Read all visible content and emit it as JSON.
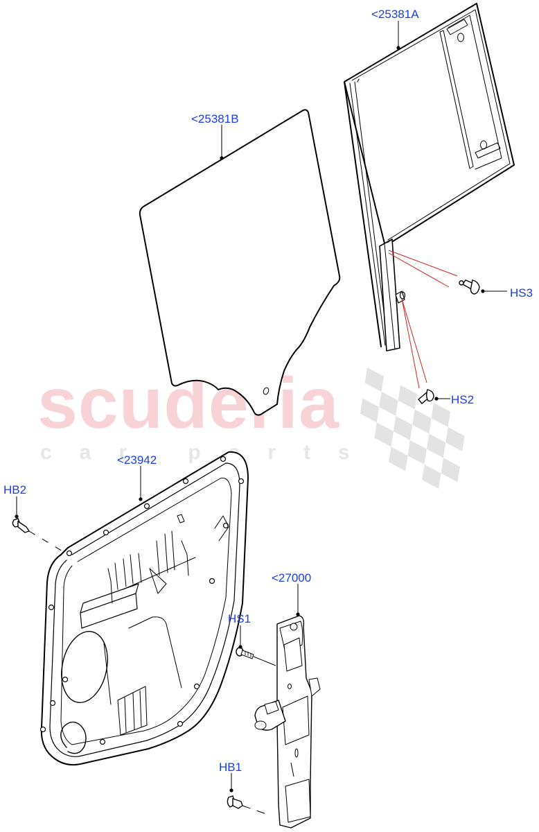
{
  "diagram": {
    "title": "Rear Door Glass and Window Regulator — exploded parts diagram",
    "watermark": {
      "main_text": "scuderia",
      "sub_text": "car parts",
      "main_color": "#f7d3d7",
      "sub_color": "#e6e6e6"
    },
    "colors": {
      "callout_text": "#1a3cf0",
      "leader_line": "#000000",
      "fixed_glass_leader": "#d42020",
      "line_art": "#000000"
    },
    "callouts": [
      {
        "id": "25381A",
        "label": "<25381A",
        "part": "Rear door fixed quarter glass"
      },
      {
        "id": "25381B",
        "label": "<25381B",
        "part": "Rear door drop glass"
      },
      {
        "id": "HS3",
        "label": "HS3",
        "part": "Screw - quarter glass upper"
      },
      {
        "id": "HS2",
        "label": "HS2",
        "part": "Screw - quarter glass lower"
      },
      {
        "id": "HB2",
        "label": "HB2",
        "part": "Bolt - module panel"
      },
      {
        "id": "23942",
        "label": "<23942",
        "part": "Rear door module panel"
      },
      {
        "id": "27000",
        "label": "<27000",
        "part": "Window regulator with motor"
      },
      {
        "id": "HS1",
        "label": "HS1",
        "part": "Screw - regulator"
      },
      {
        "id": "HB1",
        "label": "HB1",
        "part": "Bolt - regulator lower"
      }
    ]
  }
}
